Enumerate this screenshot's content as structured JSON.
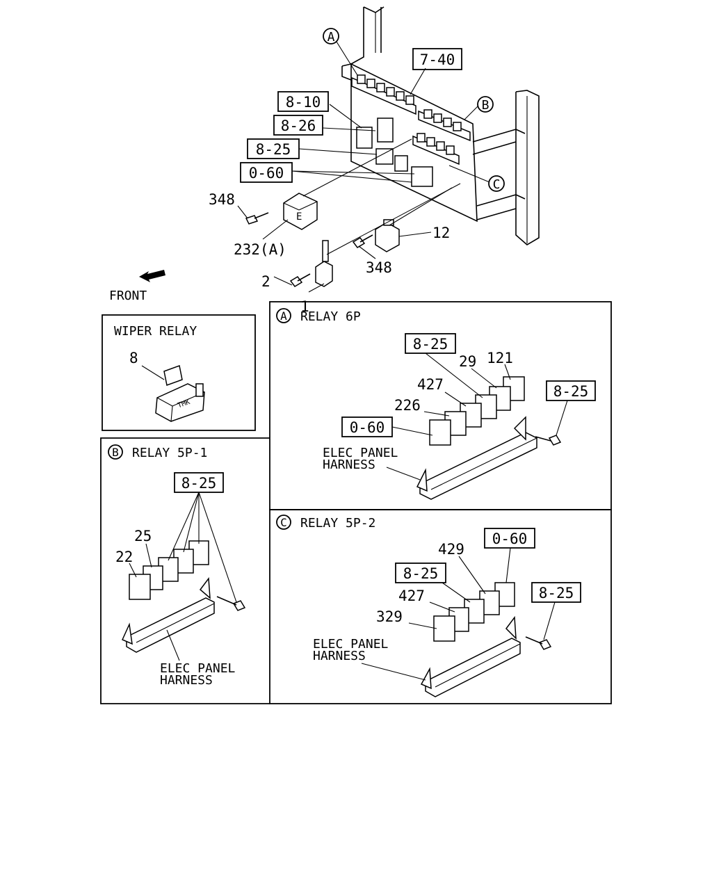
{
  "main": {
    "ref_a": "A",
    "ref_b": "B",
    "ref_c": "C",
    "box_7_40": "7-40",
    "box_8_10": "8-10",
    "box_8_26": "8-26",
    "box_8_25": "8-25",
    "box_0_60": "0-60",
    "p348a": "348",
    "p232a": "232(A)",
    "p12": "12",
    "p348b": "348",
    "p2": "2",
    "p1": "1",
    "front": "FRONT"
  },
  "wiper": {
    "title": "WIPER RELAY",
    "p8": "8",
    "stamp": "TMK"
  },
  "panel_a": {
    "ref": "A",
    "title": "RELAY 6P",
    "box_top": "8-25",
    "p29": "29",
    "p121": "121",
    "p427": "427",
    "p226": "226",
    "box_060": "0-60",
    "box_right": "8-25",
    "harness_1": "ELEC PANEL",
    "harness_2": "HARNESS"
  },
  "panel_b": {
    "ref": "B",
    "title": "RELAY 5P-1",
    "box_top": "8-25",
    "p25": "25",
    "p22": "22",
    "harness_1": "ELEC PANEL",
    "harness_2": "HARNESS"
  },
  "panel_c": {
    "ref": "C",
    "title": "RELAY 5P-2",
    "box_060": "0-60",
    "p429": "429",
    "box_mid": "8-25",
    "box_right": "8-25",
    "p427": "427",
    "p329": "329",
    "harness_1": "ELEC PANEL",
    "harness_2": "HARNESS"
  }
}
